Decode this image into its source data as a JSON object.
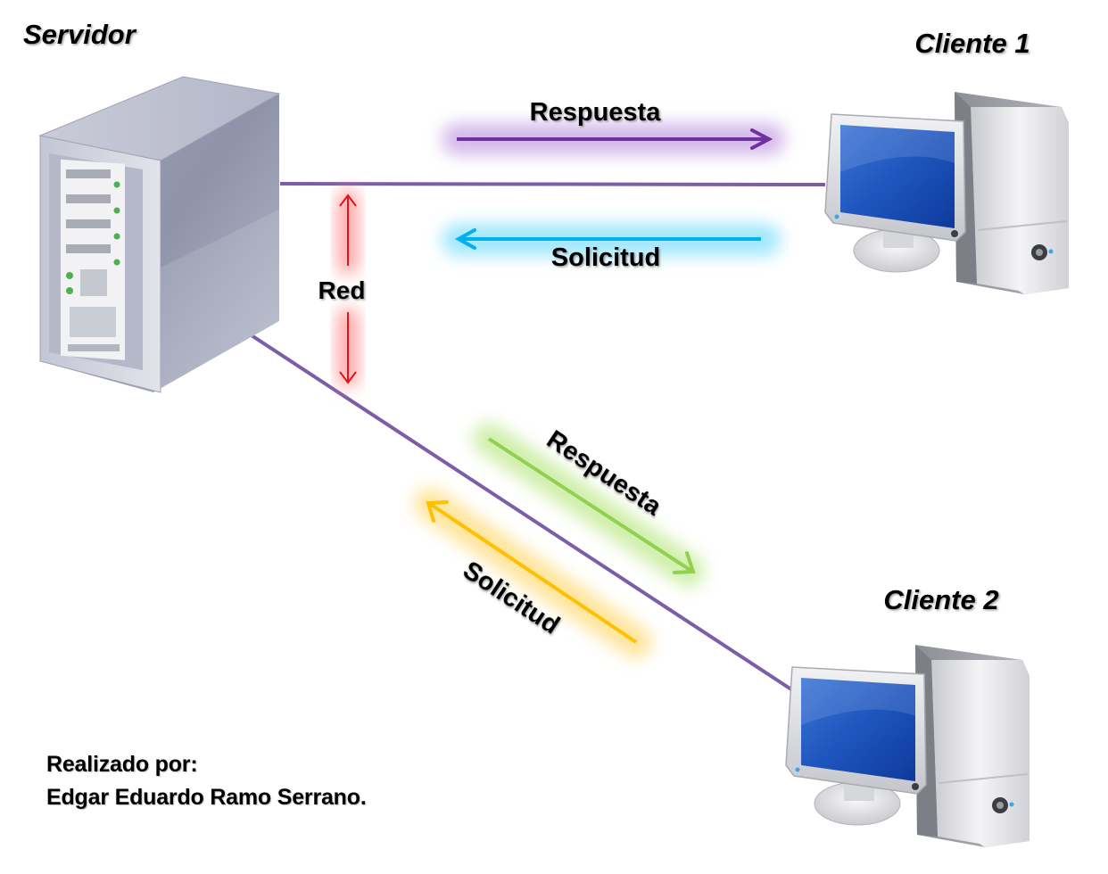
{
  "diagram": {
    "type": "client-server network",
    "nodes": {
      "server": {
        "label": "Servidor",
        "icon": "server-tower-icon"
      },
      "client1": {
        "label": "Cliente 1",
        "icon": "desktop-computer-icon"
      },
      "client2": {
        "label": "Cliente 2",
        "icon": "desktop-computer-icon"
      }
    },
    "network": {
      "label": "Red",
      "color": "#e8101a",
      "glow": "#ff8a8a"
    },
    "links": [
      {
        "from": "server",
        "to": "client1",
        "color": "#7b5ea7"
      },
      {
        "from": "server",
        "to": "client2",
        "color": "#7b5ea7"
      }
    ],
    "messages": [
      {
        "id": "resp1",
        "label": "Respuesta",
        "from": "server",
        "to": "client1",
        "color": "#7030a0",
        "glow": "#c9a8e6"
      },
      {
        "id": "sol1",
        "label": "Solicitud",
        "from": "client1",
        "to": "server",
        "color": "#00b0f0",
        "glow": "#8fe3fb"
      },
      {
        "id": "resp2",
        "label": "Respuesta",
        "from": "server",
        "to": "client2",
        "color": "#92d050",
        "glow": "#c8ec9c"
      },
      {
        "id": "sol2",
        "label": "Solicitud",
        "from": "client2",
        "to": "server",
        "color": "#ffc000",
        "glow": "#ffe08a"
      }
    ]
  },
  "credits": {
    "line1": "Realizado por:",
    "line2": "Edgar Eduardo Ramo Serrano."
  }
}
